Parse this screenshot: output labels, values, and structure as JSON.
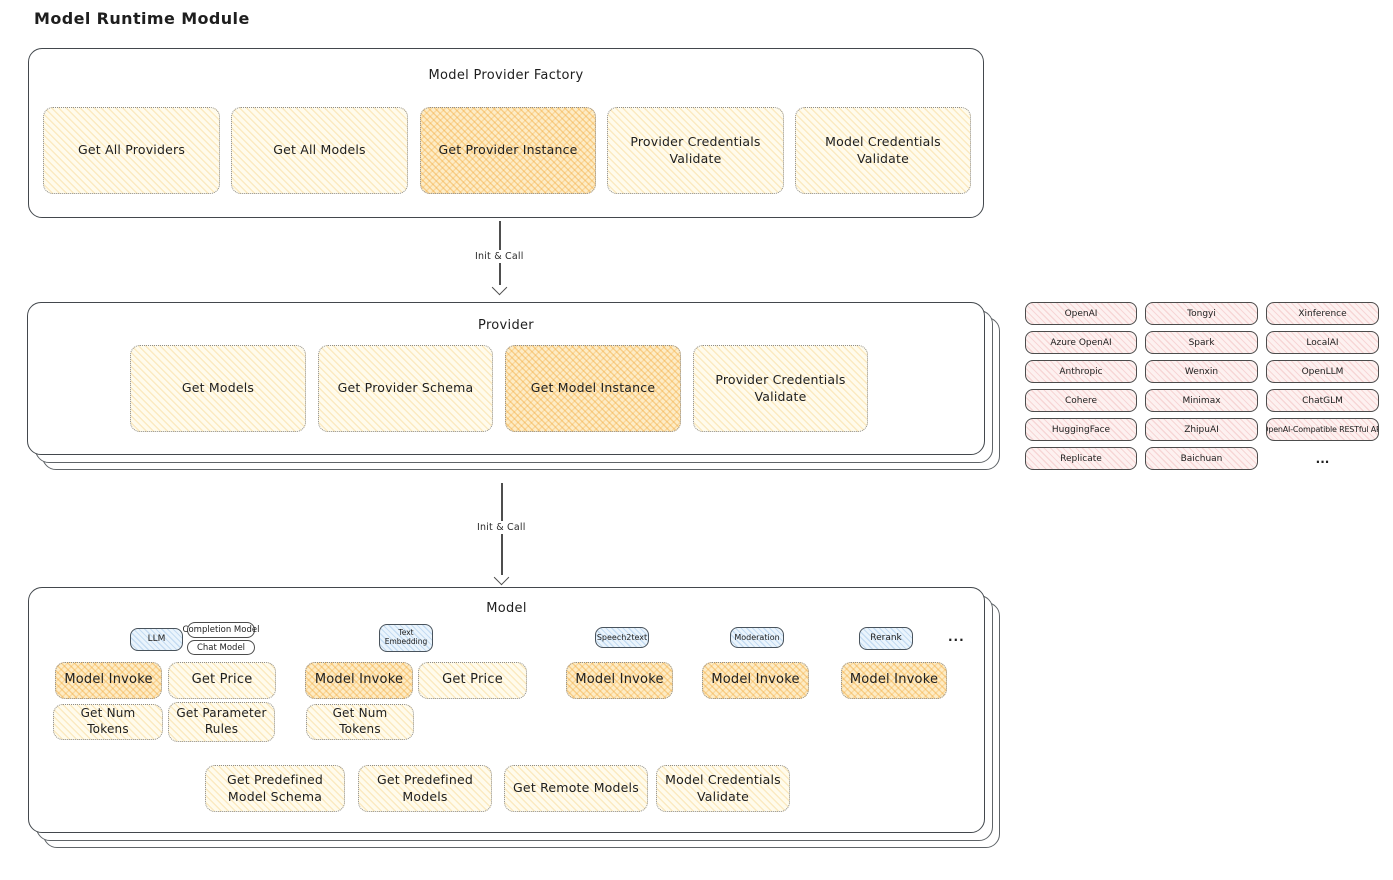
{
  "title": "Model Runtime Module",
  "colors": {
    "ink": "#1e1e1e",
    "accent_yellow_light": "#fffbec",
    "accent_yellow_highlight": "#fdecc6",
    "accent_pink": "#fdf1f0",
    "accent_blue": "#eaf4fc",
    "border_dark": "#43484d"
  },
  "factory": {
    "title": "Model Provider Factory",
    "buttons": [
      {
        "label": "Get All Providers"
      },
      {
        "label": "Get All Models"
      },
      {
        "label": "Get Provider Instance"
      },
      {
        "label": "Provider Credentials Validate"
      },
      {
        "label": "Model Credentials Validate"
      }
    ]
  },
  "arrow1": {
    "label": "Init & Call"
  },
  "arrow2": {
    "label": "Init & Call"
  },
  "provider": {
    "title": "Provider",
    "buttons": [
      {
        "label": "Get Models"
      },
      {
        "label": "Get Provider Schema"
      },
      {
        "label": "Get Model Instance"
      },
      {
        "label": "Provider Credentials Validate"
      }
    ]
  },
  "providers_grid": {
    "items": [
      "OpenAI",
      "Tongyi",
      "Xinference",
      "Azure OpenAI",
      "Spark",
      "LocalAI",
      "Anthropic",
      "Wenxin",
      "OpenLLM",
      "Cohere",
      "Minimax",
      "ChatGLM",
      "HuggingFace",
      "ZhipuAI",
      "OpenAI-Compatible RESTful API",
      "Replicate",
      "Baichuan",
      "..."
    ]
  },
  "model": {
    "title": "Model",
    "tags": {
      "llm": "LLM",
      "completion": "Completion Model",
      "chat": "Chat Model",
      "text_embedding": "Text Embedding",
      "speech2text": "Speech2text",
      "moderation": "Moderation",
      "rerank": "Rerank",
      "more": "..."
    },
    "buttons": {
      "llm_invoke": "Model Invoke",
      "llm_price": "Get Price",
      "llm_tokens": "Get Num Tokens",
      "llm_param_rules": "Get Parameter Rules",
      "te_invoke": "Model Invoke",
      "te_price": "Get Price",
      "te_tokens": "Get Num Tokens",
      "s2t_invoke": "Model Invoke",
      "mod_invoke": "Model Invoke",
      "rerank_invoke": "Model Invoke",
      "predefined_schema": "Get Predefined Model Schema",
      "predefined_models": "Get Predefined Models",
      "remote_models": "Get Remote Models",
      "credentials_validate": "Model Credentials Validate"
    }
  }
}
